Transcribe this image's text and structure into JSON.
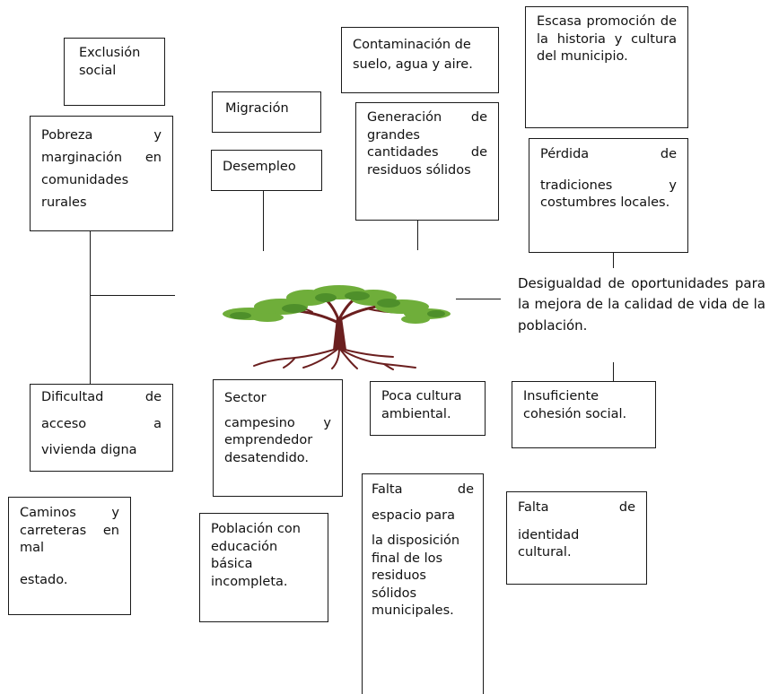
{
  "boxes": {
    "exclusion": "Exclusión social",
    "contaminacion": "Contaminación de suelo, agua y aire.",
    "escasa": "Escasa promoción de la historia y cultura del municipio.",
    "migracion": "Migración",
    "pobreza": "Pobreza y marginación en comunidades rurales",
    "generacion": "Generación de grandes cantidades de residuos sólidos",
    "desempleo": "Desempleo",
    "perdida_1": "Pérdida de",
    "perdida_2": "tradiciones y costumbres locales.",
    "dificultad_1": "Dificultad de",
    "dificultad_2": "acceso a",
    "dificultad_3": "vivienda digna",
    "sector_1": "Sector",
    "sector_2": "campesino y emprendedor desatendido.",
    "poca_cultura": "Poca cultura ambiental.",
    "cohesion": "Insuficiente cohesión social.",
    "caminos_1": "Caminos y carreteras en mal",
    "caminos_2": "estado.",
    "poblacion": "Población con educación básica incompleta.",
    "falta_espacio_1": "Falta de",
    "falta_espacio_2": "espacio para",
    "falta_espacio_3": "la disposición final de los residuos sólidos municipales.",
    "falta_identidad_1": "Falta de",
    "falta_identidad_2": "identidad cultural."
  },
  "central_problem": "Desigualdad de oportunidades para la mejora de la calidad de vida de la población.",
  "colors": {
    "leaves": "#6fae3a",
    "leaves_dark": "#4e8f2a",
    "trunk": "#6b1f1f",
    "line": "#1a1a1a"
  }
}
